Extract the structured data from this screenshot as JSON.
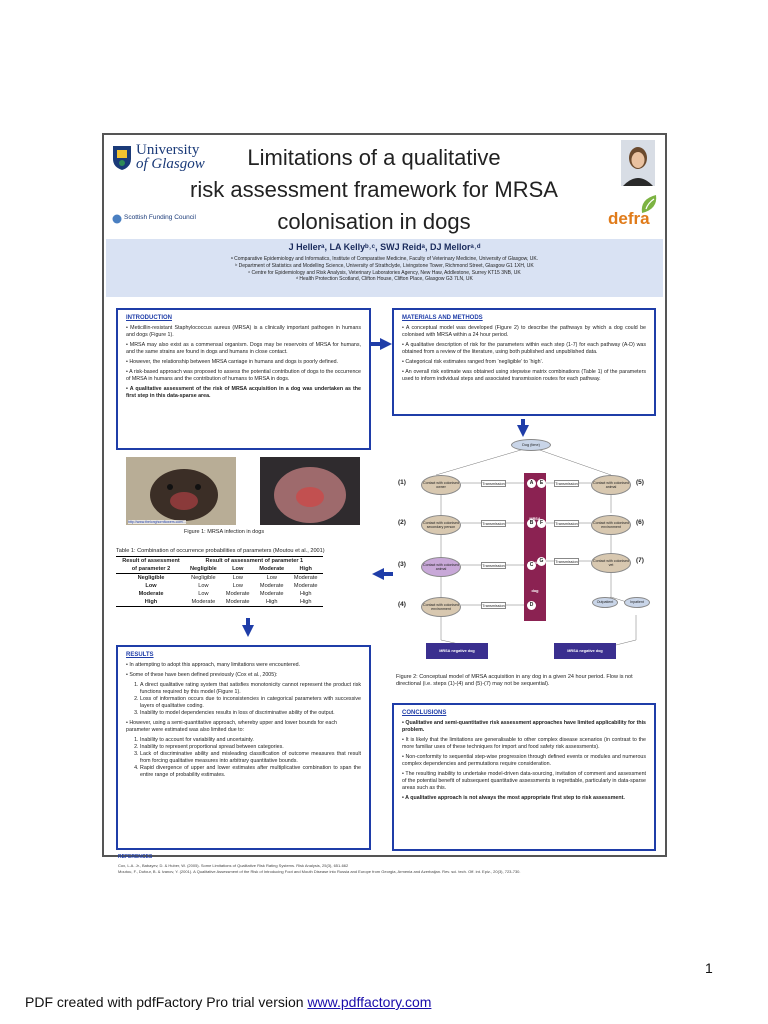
{
  "poster": {
    "logo_university_line1": "University",
    "logo_university_line2": "of Glasgow",
    "logo_funding": "Scottish Funding Council",
    "logo_defra": "defra",
    "title_line1": "Limitations of a qualitative",
    "title_line2": "risk assessment framework for MRSA",
    "title_line3": "colonisation in dogs",
    "authors": "J Hellerᵃ, LA Kellyᵇ˒ᶜ, SWJ Reidᵃ, DJ Mellorᵃ˒ᵈ",
    "affiliations": [
      "ᵃ Comparative Epidemiology and Informatics, Institute of Comparative Medicine, Faculty of Veterinary Medicine, University of Glasgow, UK.",
      "ᵇ Department of Statistics and Modelling Science, University of Strathclyde, Livingstone Tower, Richmond Street, Glasgow G1 1XH, UK",
      "ᶜ Centre for Epidemiology and Risk Analysis, Veterinary Laboratories Agency, New Haw, Addlestone, Surrey KT15 3NB, UK",
      "ᵈ Health Protection Scotland, Clifton House, Clifton Place, Glasgow G3 7LN, UK"
    ]
  },
  "introduction": {
    "heading": "INTRODUCTION",
    "p1": "• Meticillin-resistant Staphylococcus aureus (MRSA) is a clinically important pathogen in humans and dogs (Figure 1).",
    "p2": "• MRSA may also exist as a commensal organism. Dogs may be reservoirs of MRSA for humans, and the same strains are found in dogs and humans in close contact.",
    "p3": "• However, the relationship between MRSA carriage in humans and dogs is poorly defined.",
    "p4": "• A risk-based approach was proposed to assess the potential contribution of dogs to the occurrence of MRSA in humans and the contribution of humans to MRSA in dogs.",
    "p5": "• A qualitative assessment of the risk of MRSA acquisition in a dog was undertaken as the first step in this data-sparse area."
  },
  "figure1": {
    "url": "http://www.thelonghornflowers.com/...",
    "caption": "Figure 1: MRSA infection in dogs"
  },
  "table1": {
    "caption": "Table 1: Combination of occurrence probabilities of parameters (Moutou et al., 2001)",
    "col_header_a": "Result of assessment of parameter 2",
    "col_header_b": "Result of assessment of parameter 1",
    "sub_headers": [
      "Negligible",
      "Low",
      "Moderate",
      "High"
    ],
    "rows": [
      [
        "Negligible",
        "Negligible",
        "Low",
        "Low",
        "Moderate"
      ],
      [
        "Low",
        "Low",
        "Low",
        "Moderate",
        "Moderate"
      ],
      [
        "Moderate",
        "Low",
        "Moderate",
        "Moderate",
        "High"
      ],
      [
        "High",
        "Moderate",
        "Moderate",
        "High",
        "High"
      ]
    ]
  },
  "methods": {
    "heading": "MATERIALS AND METHODS",
    "p1": "• A conceptual model was developed (Figure 2) to describe the pathways by which a dog could be colonised with MRSA within a 24 hour period.",
    "p2": "• A qualitative description of risk for the parameters within each step (1-7) for each pathway (A-D) was obtained from a review of the literature, using both published and unpublished data.",
    "p3": "• Categorical risk estimates ranged from ‘negligible’ to ‘high’.",
    "p4": "• An overall risk estimate was obtained using stepwise matrix combinations (Table 1) of the parameters used to inform individual steps and associated transmission routes for each pathway."
  },
  "figure2": {
    "top_node": "Dog (time)",
    "mrsa_bar": "MRSA positive dog",
    "mrsa_word": "MRSA",
    "positive_word": "positive",
    "dog_word": "dog",
    "left_nodes": [
      "Contact with colonised owner",
      "Contact with colonised secondary person",
      "Contact with colonised animal",
      "Contact with colonised environment"
    ],
    "right_nodes": [
      "Contact with colonised animal",
      "Contact with colonised environment",
      "Contact with colonised vet"
    ],
    "transmission": "Transmission",
    "letters": [
      "A",
      "B",
      "C",
      "D"
    ],
    "right_letters": [
      "E",
      "F",
      "G"
    ],
    "numbers_left": [
      "(1)",
      "(2)",
      "(3)",
      "(4)"
    ],
    "numbers_right": [
      "(5)",
      "(6)",
      "(7)"
    ],
    "outpatient": "Outpatient",
    "inpatient": "Inpatient",
    "neg_left": "MRSA negative dog",
    "neg_right": "MRSA negative dog",
    "caption": "Figure 2: Conceptual model of MRSA acquisition in any dog in a given 24 hour period. Flow is not directional (i.e. steps (1)-(4) and (5)-(7) may not be sequential)."
  },
  "results": {
    "heading": "RESULTS",
    "b1": "• In attempting to adopt this approach, many limitations were encountered.",
    "b2": "• Some of these have been defined previously (Cox et al., 2005):",
    "list1": [
      "A direct qualitative rating system that satisfies monotonicity cannot represent the product risk functions required by this model (Figure 1).",
      "Loss of information occurs due to inconsistencies in categorical parameters with successive layers of qualitative coding.",
      "Inability to model dependencies results in loss of discriminative ability of the output."
    ],
    "b3": "• However, using a semi-quantitative approach, whereby upper and lower bounds for each parameter were estimated was also limited due to:",
    "list2": [
      "Inability to account for variability and uncertainty.",
      "Inability to represent proportional spread between categories.",
      "Lack of discriminative ability and misleading classification of outcome measures that result from forcing qualitative measures into arbitrary quantitative bounds.",
      "Rapid divergence of upper and lower estimates after multiplicative combination to span the entire range of probability estimates."
    ]
  },
  "conclusions": {
    "heading": "CONCLUSIONS",
    "p1": "• Qualitative and semi-quantitative risk assessment approaches have limited applicability for this problem.",
    "p2": "• It is likely that the limitations are generalisable to other complex disease scenarios (in contrast to the more familiar uses of these techniques for import and food safety risk assessments).",
    "p3": "• Non-conformity to sequential step-wise progression through defined events or modules and numerous complex dependencies and permutations require consideration.",
    "p4": "• The resulting inability to undertake model-driven data-sourcing, invitation of comment and assessment of the potential benefit of subsequent quantitative assessments is regrettable, particularly in data-sparse areas such as this.",
    "p5": "• A qualitative approach is not always the most appropriate first step to risk assessment."
  },
  "references": {
    "heading": "REFERENCES",
    "r1": "Cox, L.A. Jr., Babayev, D. & Huber, W. (2005). Some Limitations of Qualitative Risk Rating Systems. Risk Analysis, 25(3), 651-662",
    "r2": "Moutou, F., Dufour, B. & Ivanov, Y. (2001). A Qualitative Assessment of the Risk of Introducing Foot and Mouth Disease into Russia and Europe from Georgia, Armenia and Azerbaijan. Rev. sci. tech. Off. int. Epiz., 20(3), 723-730."
  },
  "page_number": "1",
  "footer": {
    "text": "PDF created with pdfFactory Pro trial version ",
    "link": "www.pdffactory.com"
  },
  "colors": {
    "accent_blue": "#1f3da8",
    "mrsa_bar": "#8b2252",
    "neg_box": "#3a2f8f",
    "band": "#d9e2f3"
  }
}
